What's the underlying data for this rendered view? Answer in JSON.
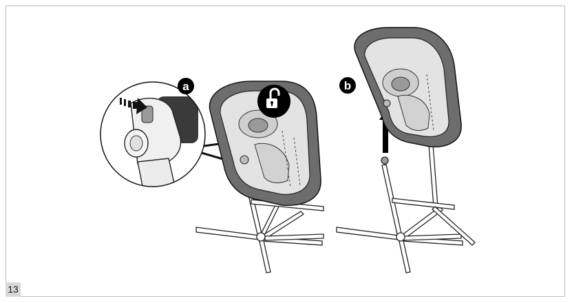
{
  "page": {
    "page_number": "13"
  },
  "steps": [
    {
      "label": "a",
      "icon": "unlock-icon"
    },
    {
      "label": "b",
      "icon": "arrow-up-icon"
    }
  ]
}
